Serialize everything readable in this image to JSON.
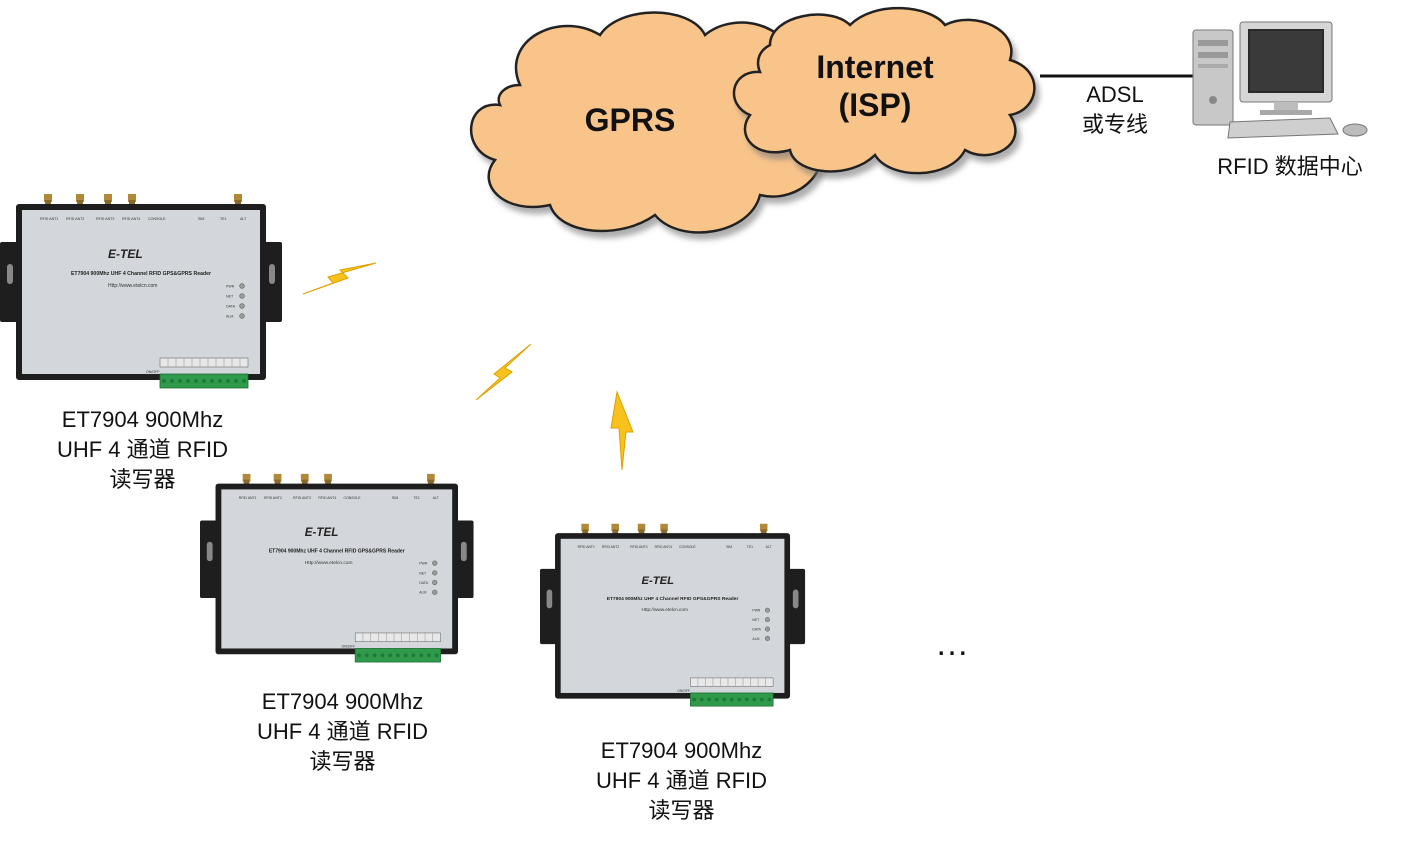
{
  "clouds": {
    "gprs": "GPRS",
    "internet_line1": "Internet",
    "internet_line2": "(ISP)"
  },
  "link": {
    "line1": "ADSL",
    "line2": "或专线"
  },
  "data_center": {
    "label": "RFID 数据中心"
  },
  "device_panel": {
    "brand": "E-TEL",
    "model": "ET7904 900Mhz UHF 4 Channel RFID GPS&GPRS Reader",
    "url": "Http://www.etelcn.com",
    "ports": [
      "RFID ANT1",
      "RFID ANT2",
      "RFID ANT3",
      "RFID ANT4",
      "CONSOLE",
      "SIM",
      "TE1",
      "ALT"
    ],
    "leds": [
      "PWR",
      "NET",
      "DATA",
      "ALM"
    ],
    "switch_label": "ON/OFF"
  },
  "readers": [
    {
      "line1": "ET7904 900Mhz",
      "line2": "UHF 4 通道 RFID",
      "line3": "读写器"
    },
    {
      "line1": "ET7904 900Mhz",
      "line2": "UHF 4 通道 RFID",
      "line3": "读写器"
    },
    {
      "line1": "ET7904 900Mhz",
      "line2": "UHF 4 通道 RFID",
      "line3": "读写器"
    }
  ],
  "ellipsis": "…",
  "colors": {
    "cloud_fill": "#F9C48A",
    "cloud_stroke": "#222222",
    "lightning": "#F7C21B",
    "device_body": "#1e1e1e",
    "device_panel": "#d3d7db",
    "terminal_green": "#2f9a4a"
  }
}
